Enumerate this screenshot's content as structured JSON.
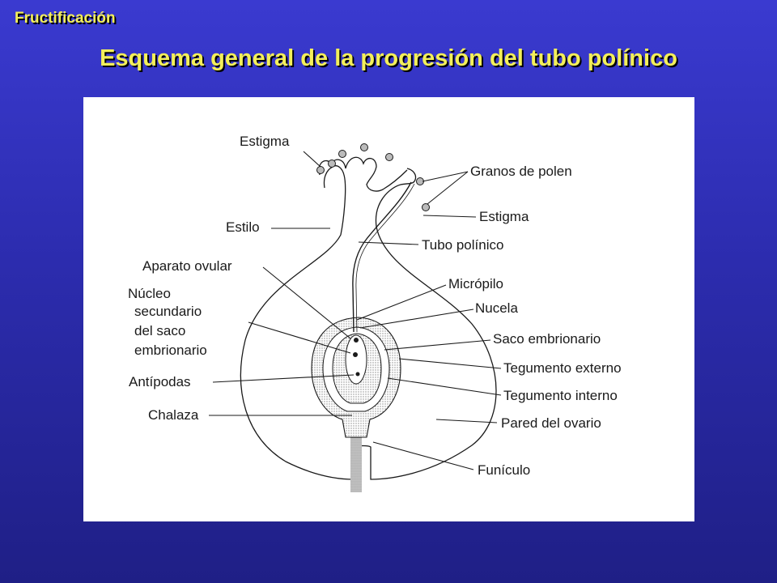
{
  "header": {
    "section": "Fructificación",
    "title": "Esquema general de la progresión del tubo polínico"
  },
  "diagram": {
    "labels": {
      "estigma_top": "Estigma",
      "granos_polen": "Granos de polen",
      "estigma_right": "Estigma",
      "estilo": "Estilo",
      "tubo_polinico": "Tubo polínico",
      "aparato_ovular": "Aparato ovular",
      "micropilo": "Micrópilo",
      "nucleo_1": "Núcleo",
      "nucleo_2": "secundario",
      "nucleo_3": "del saco",
      "nucleo_4": "embrionario",
      "nucela": "Nucela",
      "saco_embrionario": "Saco embrionario",
      "tegumento_externo": "Tegumento externo",
      "antipodas": "Antípodas",
      "tegumento_interno": "Tegumento interno",
      "chalaza": "Chalaza",
      "pared_ovario": "Pared del ovario",
      "funiculo": "Funículo"
    },
    "colors": {
      "background": "#2c2cae",
      "title": "#f3ef5a",
      "lines": "#1a1a1a",
      "panel": "#ffffff"
    }
  }
}
